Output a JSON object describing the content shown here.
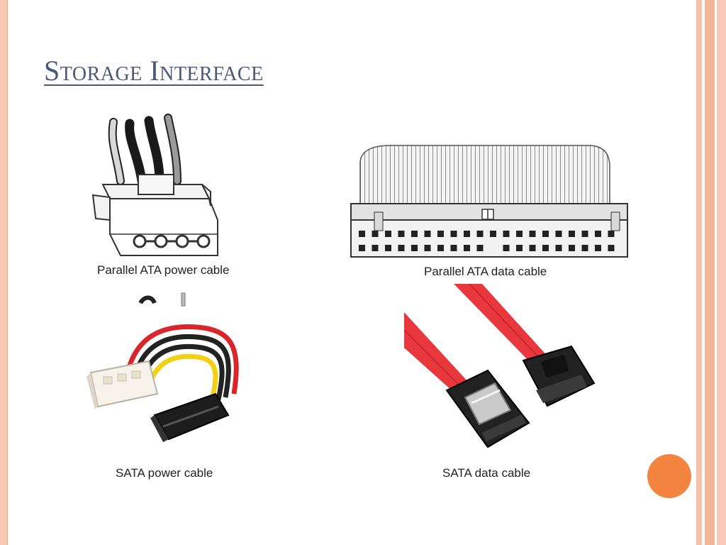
{
  "slide": {
    "title": "Storage Interface"
  },
  "panels": [
    {
      "caption": "Parallel ATA power cable",
      "icon": "molex-power-connector-icon"
    },
    {
      "caption": "Parallel ATA data cable",
      "icon": "ide-ribbon-connector-icon"
    },
    {
      "caption": "SATA power cable",
      "icon": "sata-power-adapter-icon"
    },
    {
      "caption": "SATA data cable",
      "icon": "sata-data-connector-icon"
    }
  ],
  "colors": {
    "title": "#4a5a75",
    "accent_orange": "#f48540",
    "frame_peach": "#f6c2a9",
    "sata_red": "#e8383d"
  }
}
